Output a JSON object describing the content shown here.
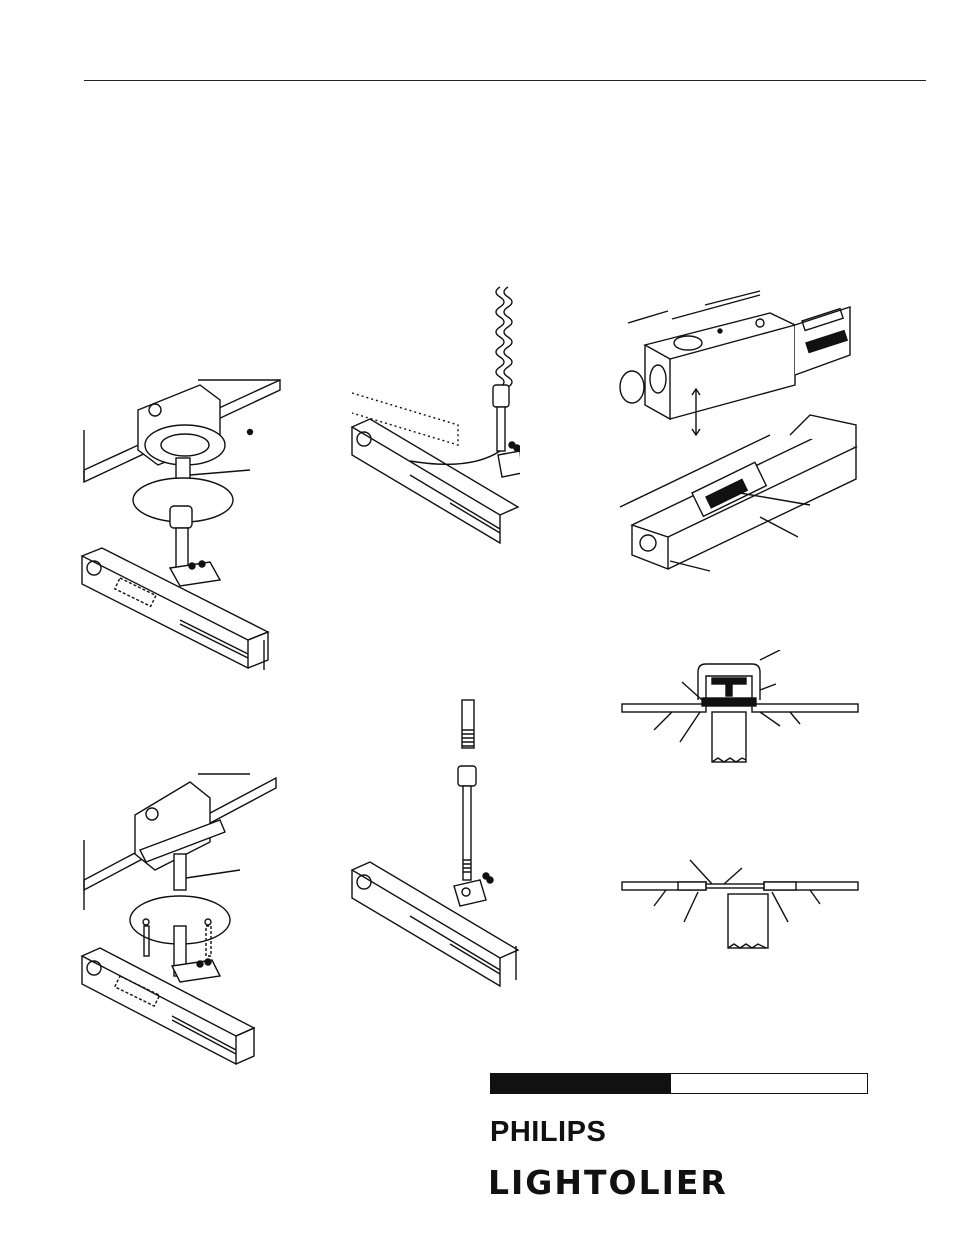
{
  "brand": {
    "logo_text_1": "PHILIPS",
    "logo_text_2": "LIGHTOLIER",
    "bar_fill_fraction": 0.48,
    "colors": {
      "ink": "#111111",
      "paper": "#ffffff"
    }
  },
  "figures": {
    "box_mount_round_canopy": "box-mount-round-canopy-drawing",
    "cord_pendant": "cord-pendant-drawing",
    "end_cap_connector": "end-cap-connector-drawing",
    "box_mount_crossbar": "box-mount-crossbar-drawing",
    "stem_pendant": "stem-pendant-drawing",
    "ceiling_section_1": "ceiling-section-1-drawing",
    "ceiling_section_2": "ceiling-section-2-drawing"
  }
}
